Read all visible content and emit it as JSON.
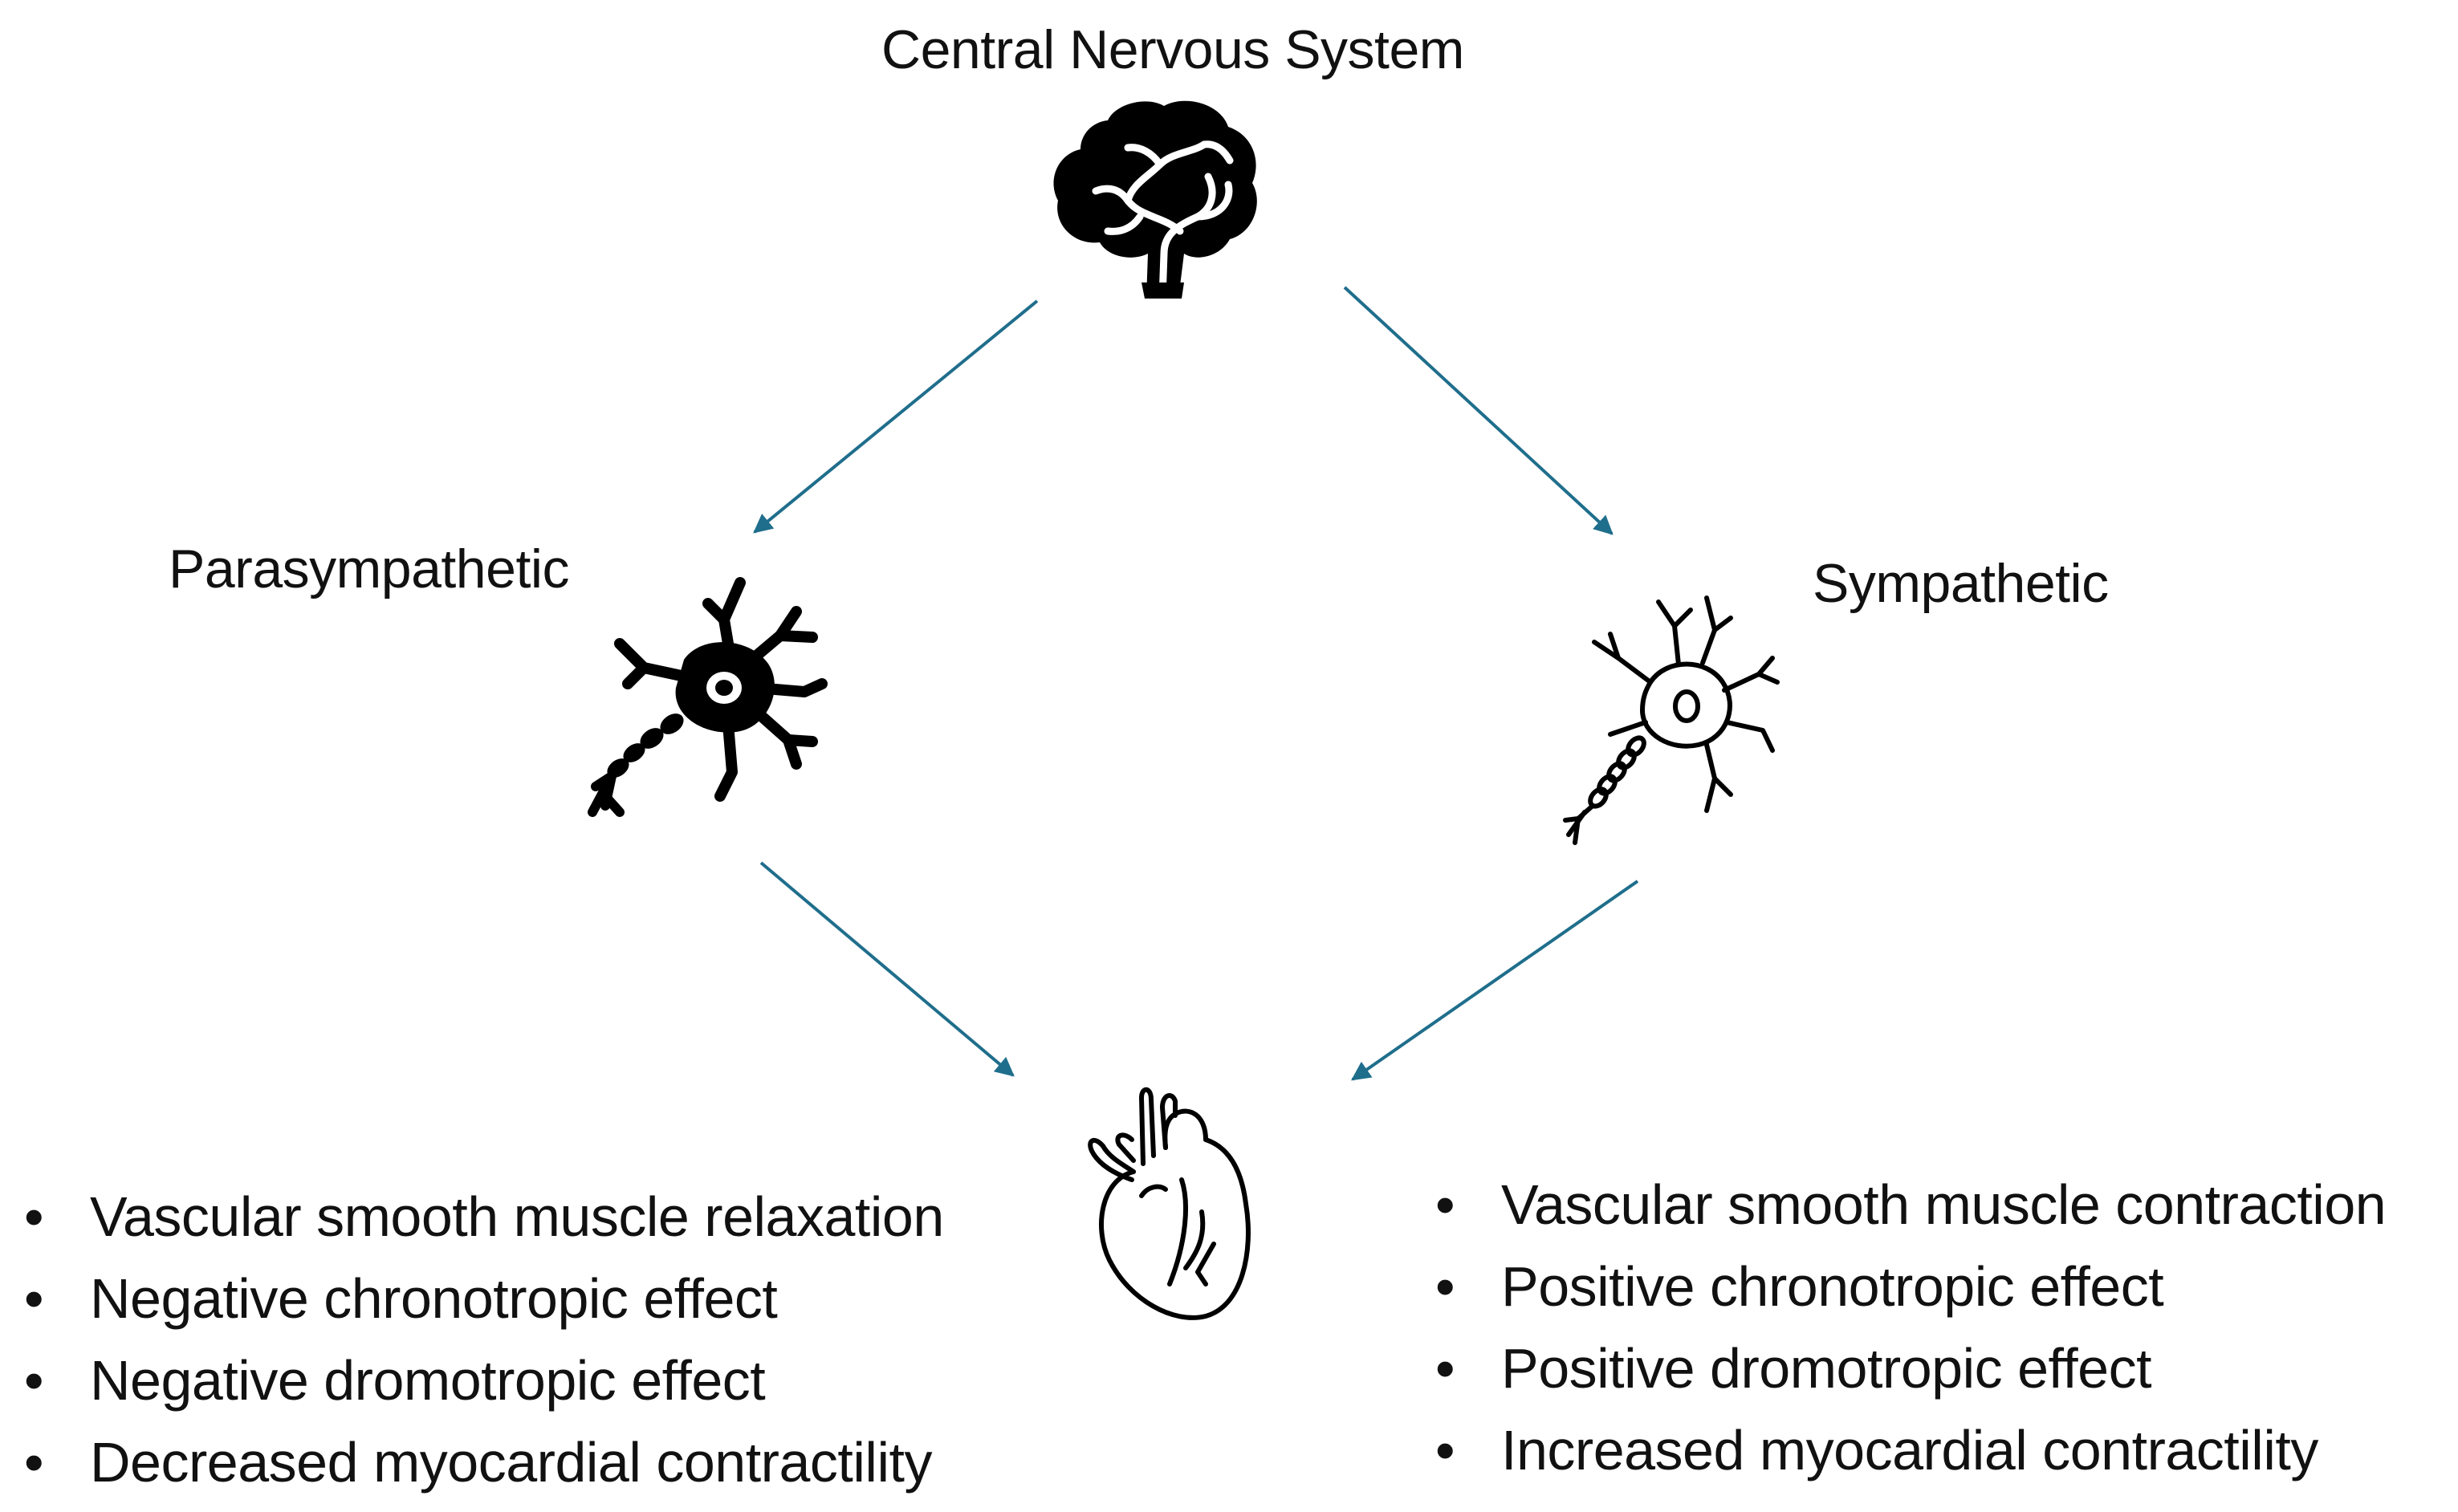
{
  "title": "Central Nervous System",
  "branches": {
    "left": {
      "label": "Parasympathetic",
      "effects": [
        "Vascular smooth muscle relaxation",
        "Negative chronotropic effect",
        "Negative dromotropic effect",
        "Decreased myocardial contractility"
      ]
    },
    "right": {
      "label": "Sympathetic",
      "effects": [
        "Vascular smooth muscle contraction",
        "Positive chronotropic effect",
        "Positive dromotropic effect",
        "Increased myocardial contractility"
      ]
    }
  },
  "icons": {
    "top": "brain-icon",
    "left": "neuron-filled-icon",
    "right": "neuron-outline-icon",
    "bottom": "heart-icon"
  },
  "colors": {
    "arrow": "#1f6e8c",
    "text": "#111111",
    "icon": "#000000"
  }
}
